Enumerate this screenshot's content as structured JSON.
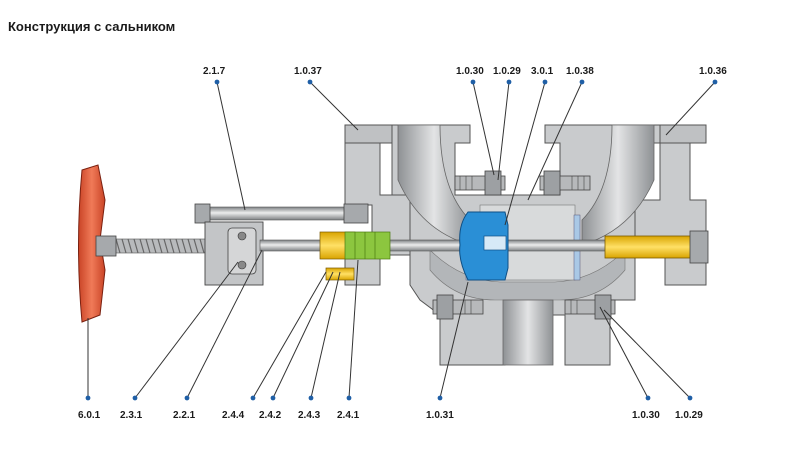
{
  "title": "Конструкция с сальником",
  "labels": {
    "l_217": "2.1.7",
    "l_1037": "1.0.37",
    "l_1030_top": "1.0.30",
    "l_1029_top": "1.0.29",
    "l_301": "3.0.1",
    "l_1038": "1.0.38",
    "l_1036": "1.0.36",
    "l_601": "6.0.1",
    "l_231": "2.3.1",
    "l_221": "2.2.1",
    "l_244": "2.4.4",
    "l_242": "2.4.2",
    "l_243": "2.4.3",
    "l_241": "2.4.1",
    "l_1031": "1.0.31",
    "l_1030_bot": "1.0.30",
    "l_1029_bot": "1.0.29"
  },
  "colors": {
    "body_fill": "#c9cbcd",
    "body_dark": "#9c9fa2",
    "handwheel": "#e05a3a",
    "disc": "#2a8fd6",
    "yellow": "#f2c200",
    "green": "#8cc63f",
    "leader_dot": "#1f5fa6"
  }
}
